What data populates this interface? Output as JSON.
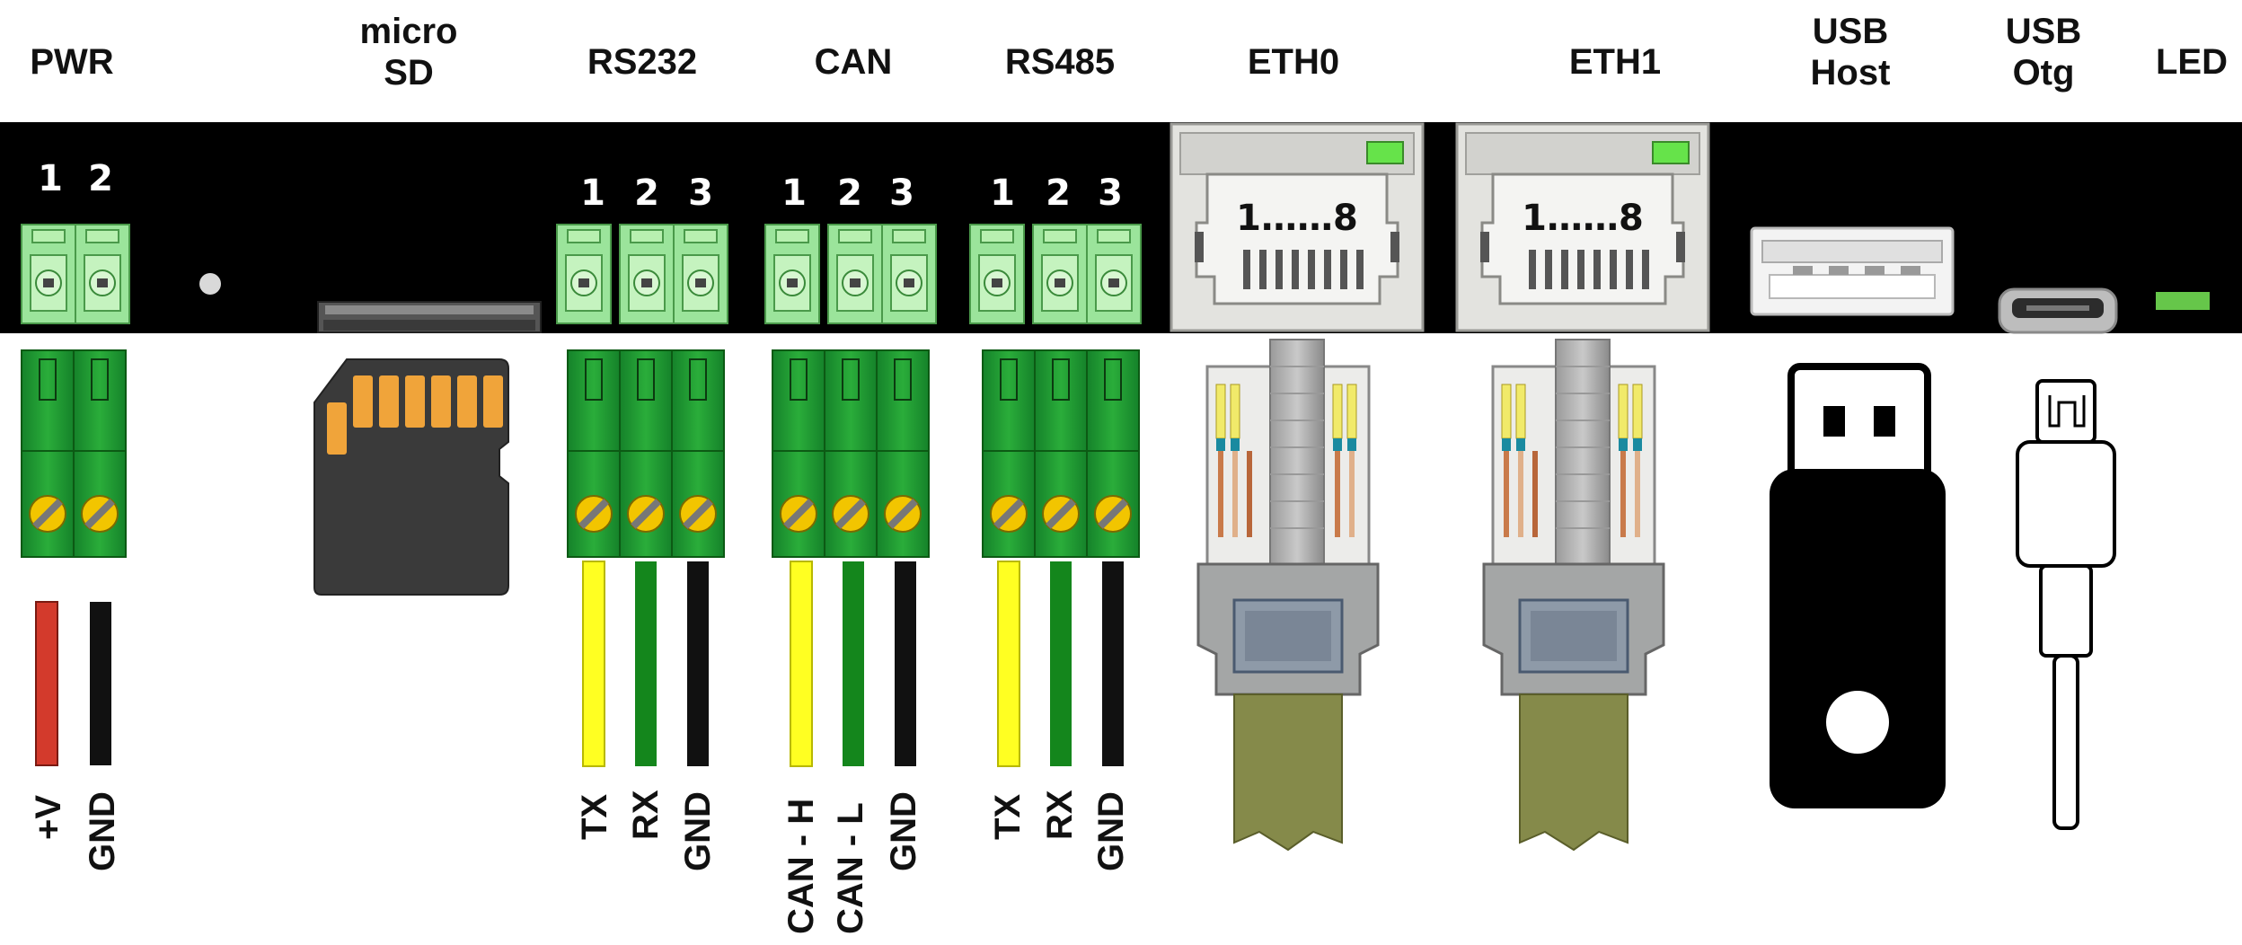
{
  "headers": {
    "pwr": "PWR",
    "microsd": "micro\nSD",
    "rs232": "RS232",
    "can": "CAN",
    "rs485": "RS485",
    "eth0": "ETH0",
    "eth1": "ETH1",
    "usb_host": "USB\nHost",
    "usb_otg": "USB\nOtg",
    "led": "LED"
  },
  "pin_numbers": {
    "pwr": [
      "1",
      "2"
    ],
    "rs232": [
      "1",
      "2",
      "3"
    ],
    "can": [
      "1",
      "2",
      "3"
    ],
    "rs485": [
      "1",
      "2",
      "3"
    ]
  },
  "rj45_pin_range": "1……8",
  "wire_labels": {
    "pwr": [
      "+V",
      "GND"
    ],
    "rs232": [
      "TX",
      "RX",
      "GND"
    ],
    "can": [
      "CAN - H",
      "CAN - L",
      "GND"
    ],
    "rs485": [
      "TX",
      "RX",
      "GND"
    ]
  },
  "colors": {
    "panel": "#000000",
    "terminal_green": "#9be49b",
    "plug_green": "#1f9e2d",
    "screw_yellow": "#f2c500",
    "wire_red": "#d33a2c",
    "wire_black": "#111111",
    "wire_yellow": "#ffff22",
    "wire_green": "#14861c",
    "sd_card": "#3a3a3a",
    "sd_contacts": "#f0a43a",
    "rj45_housing": "#e3e3df",
    "rj45_led": "#66e34a",
    "cable_olive": "#858a4a",
    "led": "#66c64a"
  }
}
